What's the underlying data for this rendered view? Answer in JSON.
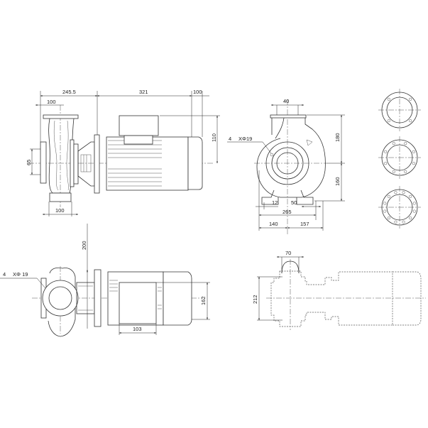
{
  "drawing": {
    "side_view": {
      "dims": {
        "a": "245.5",
        "b": "321",
        "c": "100",
        "d": "100",
        "e": "65",
        "f": "110",
        "g": "100"
      }
    },
    "front_view": {
      "dims": {
        "flange": "40",
        "h1": "180",
        "h2": "160",
        "foot_hole": "12",
        "foot_w": "50",
        "base": "265",
        "left": "140",
        "right": "157"
      },
      "bolt_label": "4",
      "bolt_spec": "XΦ19"
    },
    "top_view": {
      "dims": {
        "height": "200",
        "motor_h": "162",
        "box_w": "103"
      },
      "bolt_label": "4",
      "bolt_spec": "XΦ 19"
    },
    "outline_view": {
      "dims": {
        "flange": "70",
        "height": "212"
      }
    },
    "flange_patterns": [
      {
        "holes": 4
      },
      {
        "holes": 8
      },
      {
        "holes": 12
      }
    ]
  }
}
